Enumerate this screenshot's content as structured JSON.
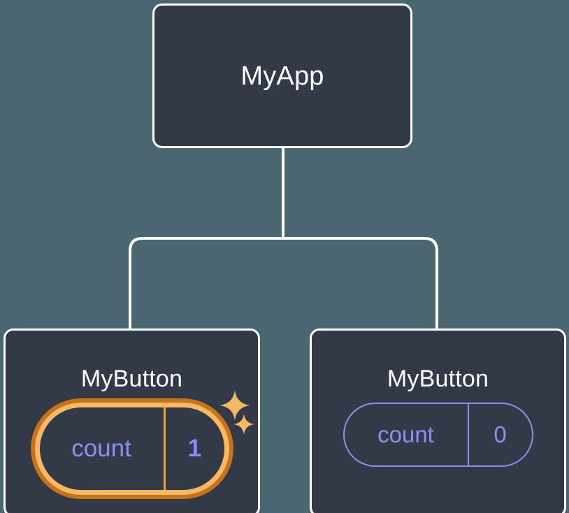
{
  "diagram": {
    "type": "component-tree",
    "title_text": "MyApp",
    "background_color": "#4a6670",
    "node_fill_color": "#333a47",
    "node_border_color": "#ffffff",
    "connector_color": "#ffffff",
    "state_color": "#8b8ff5",
    "highlight_outer_color": "#c8731a",
    "highlight_inner_color": "#f9b865",
    "sparkle_color": "#f9b865",
    "root": {
      "label": "MyApp"
    },
    "children": [
      {
        "label": "MyButton",
        "state_key": "count",
        "state_value": "1",
        "highlighted": true,
        "sparkles": 2
      },
      {
        "label": "MyButton",
        "state_key": "count",
        "state_value": "0",
        "highlighted": false,
        "sparkles": 0
      }
    ]
  }
}
